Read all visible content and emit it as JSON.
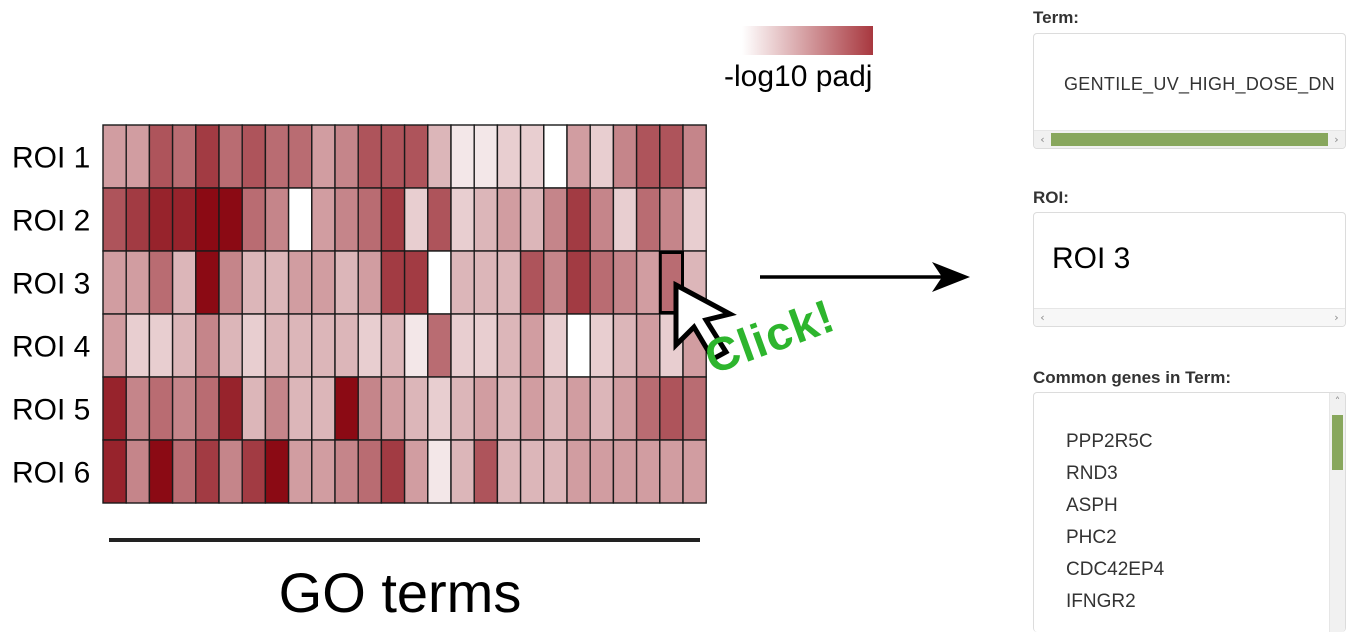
{
  "heatmap": {
    "rows": [
      "ROI 1",
      "ROI 2",
      "ROI 3",
      "ROI 4",
      "ROI 5",
      "ROI 6"
    ],
    "xlabel": "GO terms",
    "levels": [
      [
        4,
        4,
        7,
        6,
        8,
        6,
        7,
        6,
        6,
        4,
        5,
        7,
        7,
        7,
        3,
        1,
        1,
        2,
        2,
        0,
        4,
        2,
        5,
        7,
        7,
        5
      ],
      [
        7,
        8,
        9,
        9,
        10,
        10,
        6,
        5,
        0,
        4,
        5,
        6,
        8,
        2,
        7,
        2,
        3,
        4,
        3,
        5,
        8,
        5,
        2,
        6,
        5,
        2
      ],
      [
        4,
        4,
        6,
        3,
        10,
        5,
        3,
        3,
        4,
        4,
        3,
        4,
        8,
        8,
        0,
        3,
        3,
        3,
        7,
        5,
        8,
        6,
        5,
        4,
        6,
        3
      ],
      [
        4,
        2,
        2,
        3,
        5,
        3,
        2,
        3,
        3,
        3,
        3,
        2,
        3,
        1,
        6,
        2,
        2,
        3,
        4,
        2,
        0,
        2,
        3,
        4,
        2,
        4
      ],
      [
        9,
        5,
        6,
        5,
        6,
        9,
        3,
        5,
        3,
        3,
        10,
        5,
        4,
        3,
        2,
        3,
        4,
        3,
        4,
        3,
        4,
        3,
        4,
        6,
        7,
        6
      ],
      [
        9,
        5,
        10,
        6,
        8,
        5,
        8,
        10,
        4,
        4,
        5,
        6,
        8,
        4,
        1,
        3,
        7,
        3,
        3,
        3,
        4,
        4,
        4,
        4,
        4,
        4
      ]
    ],
    "selected": {
      "row": 2,
      "col": 24
    },
    "color_low": "#ffffff",
    "color_high": "#8b0a14"
  },
  "legend": {
    "label": "-log10 padj"
  },
  "annotation": {
    "click_text": "Click!"
  },
  "panel": {
    "term_label": "Term:",
    "term_value": "GENTILE_UV_HIGH_DOSE_DN",
    "roi_label": "ROI:",
    "roi_value": "ROI 3",
    "genes_label": "Common genes in Term:",
    "genes": [
      "PPP2R5C",
      "RND3",
      "ASPH",
      "PHC2",
      "CDC42EP4",
      "IFNGR2"
    ]
  },
  "icons": {
    "left": "‹",
    "right": "›",
    "up": "˄"
  }
}
